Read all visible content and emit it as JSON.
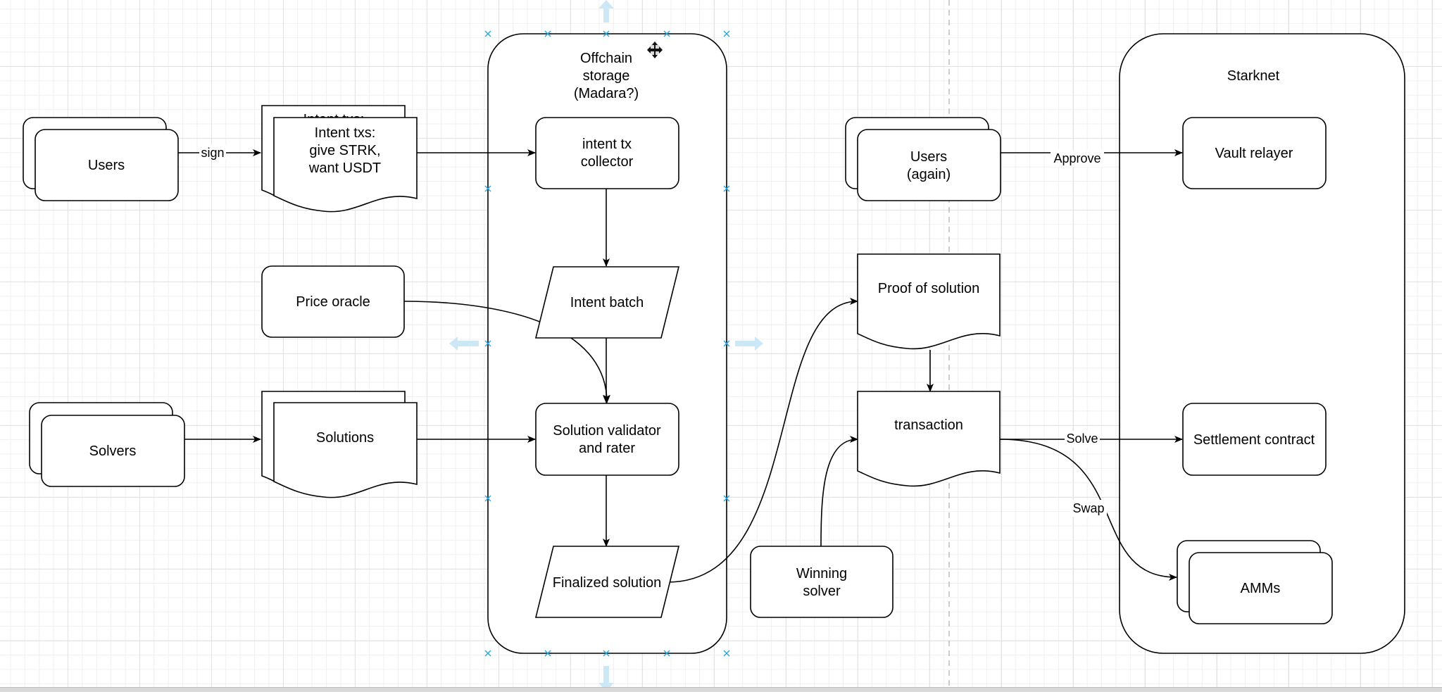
{
  "nodes": {
    "users": "Users",
    "intent_txs": [
      "Intent txs:",
      "give STRK,",
      "want USDT"
    ],
    "intent_txs_behind": "Intent txs:",
    "offchain_storage": [
      "Offchain",
      "storage",
      "(Madara?)"
    ],
    "intent_collector": [
      "intent tx",
      "collector"
    ],
    "intent_batch": "Intent batch",
    "price_oracle": "Price oracle",
    "solvers": "Solvers",
    "solutions": "Solutions",
    "validator": [
      "Solution validator",
      "and rater"
    ],
    "finalized": "Finalized solution",
    "users_again": [
      "Users",
      "(again)"
    ],
    "proof": "Proof of solution",
    "transaction": "transaction",
    "winning_solver": [
      "Winning",
      "solver"
    ],
    "starknet": "Starknet",
    "vault_relayer": "Vault relayer",
    "settlement": "Settlement contract",
    "amms": "AMMs"
  },
  "edges": {
    "sign": "sign",
    "approve": "Approve",
    "solve": "Solve",
    "swap": "Swap"
  },
  "colors": {
    "stroke": "#000000",
    "selection": "#29a8e0",
    "hint_arrow": "#cce8f6",
    "grid": "#e2e2e2"
  },
  "icons": {
    "move_handle": "move-icon"
  }
}
